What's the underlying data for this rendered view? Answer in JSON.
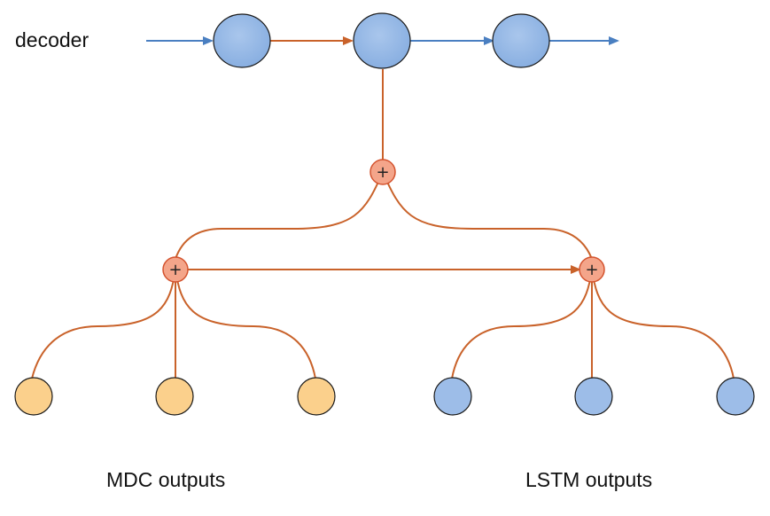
{
  "labels": {
    "decoder": "decoder",
    "mdc_outputs": "MDC outputs",
    "lstm_outputs": "LSTM outputs"
  },
  "symbols": {
    "sum": "+"
  },
  "colors": {
    "decoder_node_fill": "#8fb4e3",
    "decoder_node_fill_light": "#a9c6ec",
    "node_stroke": "#1a1a1a",
    "decoder_arrow_blue": "#4a7fc1",
    "connector_orange": "#c9622a",
    "sum_node_fill": "#f4a58a",
    "sum_node_stroke": "#d4532e",
    "mdc_node_fill": "#fbd08c",
    "lstm_node_fill": "#9dbde8"
  }
}
